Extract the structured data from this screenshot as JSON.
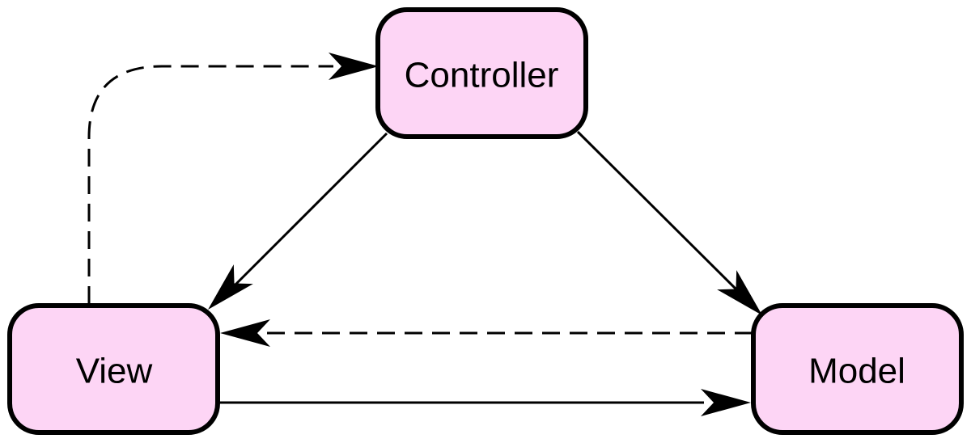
{
  "colors": {
    "node_fill": "#fdd5f5",
    "stroke": "#000000",
    "background": "#ffffff"
  },
  "nodes": {
    "controller": {
      "label": "Controller"
    },
    "view": {
      "label": "View"
    },
    "model": {
      "label": "Model"
    }
  },
  "edges": [
    {
      "from": "controller",
      "to": "view",
      "style": "solid"
    },
    {
      "from": "controller",
      "to": "model",
      "style": "solid"
    },
    {
      "from": "view",
      "to": "model",
      "style": "solid"
    },
    {
      "from": "model",
      "to": "view",
      "style": "dashed"
    },
    {
      "from": "view",
      "to": "controller",
      "style": "dashed"
    }
  ]
}
